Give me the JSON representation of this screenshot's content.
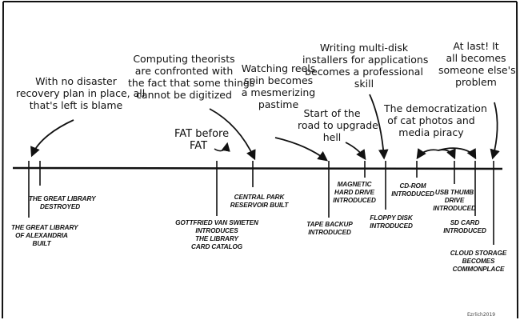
{
  "annotations": {
    "blame": "With no disaster\nrecovery plan in place, all\nthat's left is blame",
    "theorists": "Computing theorists\nare confronted with\nthe fact that some things\ncannot be digitized",
    "fat": "FAT before\nFAT",
    "reels": "Watching reels\nspin becomes\na mesmerizing\npastime",
    "upgrade": "Start of the\nroad to upgrade\nhell",
    "installers": "Writing multi-disk\ninstallers for applications\nbecomes a professional\nskill",
    "democratization": "The democratization\nof cat photos and\nmedia piracy",
    "atlast": "At last! It\nall becomes\nsomeone else's\nproblem"
  },
  "events": {
    "library_destroyed": "The Great Library\nDestroyed",
    "library_built": "The Great Library\nof Alexandria\nBuilt",
    "card_catalog": "Gottfried van Swieten\nintroduces\nthe library\ncard catalog",
    "reservoir": "Central Park\nReservoir Built",
    "tape": "Tape Backup\nIntroduced",
    "magnetic": "Magnetic\nHard Drive\nIntroduced",
    "floppy": "Floppy Disk\nIntroduced",
    "cdrom": "CD-ROM\nIntroduced",
    "usb": "USB Thumb\nDrive\nIntroduced",
    "sd": "SD Card\nIntroduced",
    "cloud": "Cloud Storage\nBecomes\nCommonplace"
  },
  "signature": "Ezrlich2019"
}
